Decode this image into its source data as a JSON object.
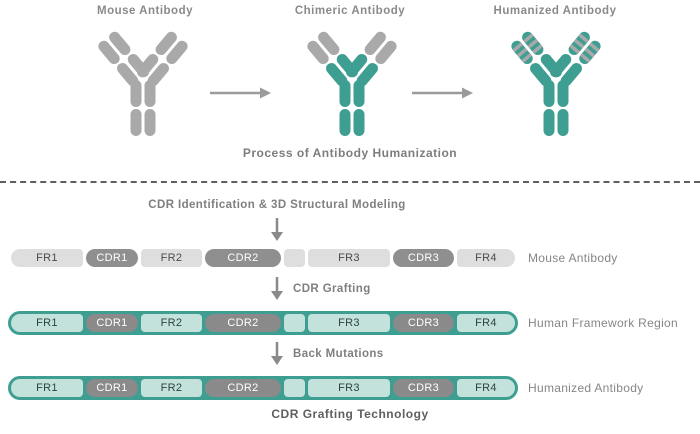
{
  "colors": {
    "teal": "#3f9e92",
    "teal_light": "#c3e2db",
    "antibody_gray": "#a9a9a9",
    "cdr_dark_gray": "#8f8f8f",
    "fr_light_gray": "#dedede",
    "text_gray": "#868686"
  },
  "top_panel": {
    "antibodies": [
      {
        "label": "Mouse Antibody",
        "type": "mouse"
      },
      {
        "label": "Chimeric Antibody",
        "type": "chimeric"
      },
      {
        "label": "Humanized Antibody",
        "type": "humanized"
      }
    ],
    "caption": "Process of Antibody Humanization"
  },
  "bottom_panel": {
    "step1_label": "CDR Identification & 3D Structural Modeling",
    "step2_label": "CDR Grafting",
    "step3_label": "Back Mutations",
    "caption": "CDR Grafting Technology",
    "bars": [
      {
        "label": "Mouse Antibody",
        "style": "gray",
        "segments": [
          "FR1",
          "CDR1",
          "FR2",
          "CDR2",
          "",
          "FR3",
          "CDR3",
          "FR4"
        ]
      },
      {
        "label": "Human Framework Region",
        "style": "teal",
        "segments": [
          "FR1",
          "CDR1",
          "FR2",
          "CDR2",
          "",
          "FR3",
          "CDR3",
          "FR4"
        ]
      },
      {
        "label": "Humanized Antibody",
        "style": "teal",
        "segments": [
          "FR1",
          "CDR1",
          "FR2",
          "CDR2",
          "",
          "FR3",
          "CDR3",
          "FR4"
        ]
      }
    ]
  }
}
